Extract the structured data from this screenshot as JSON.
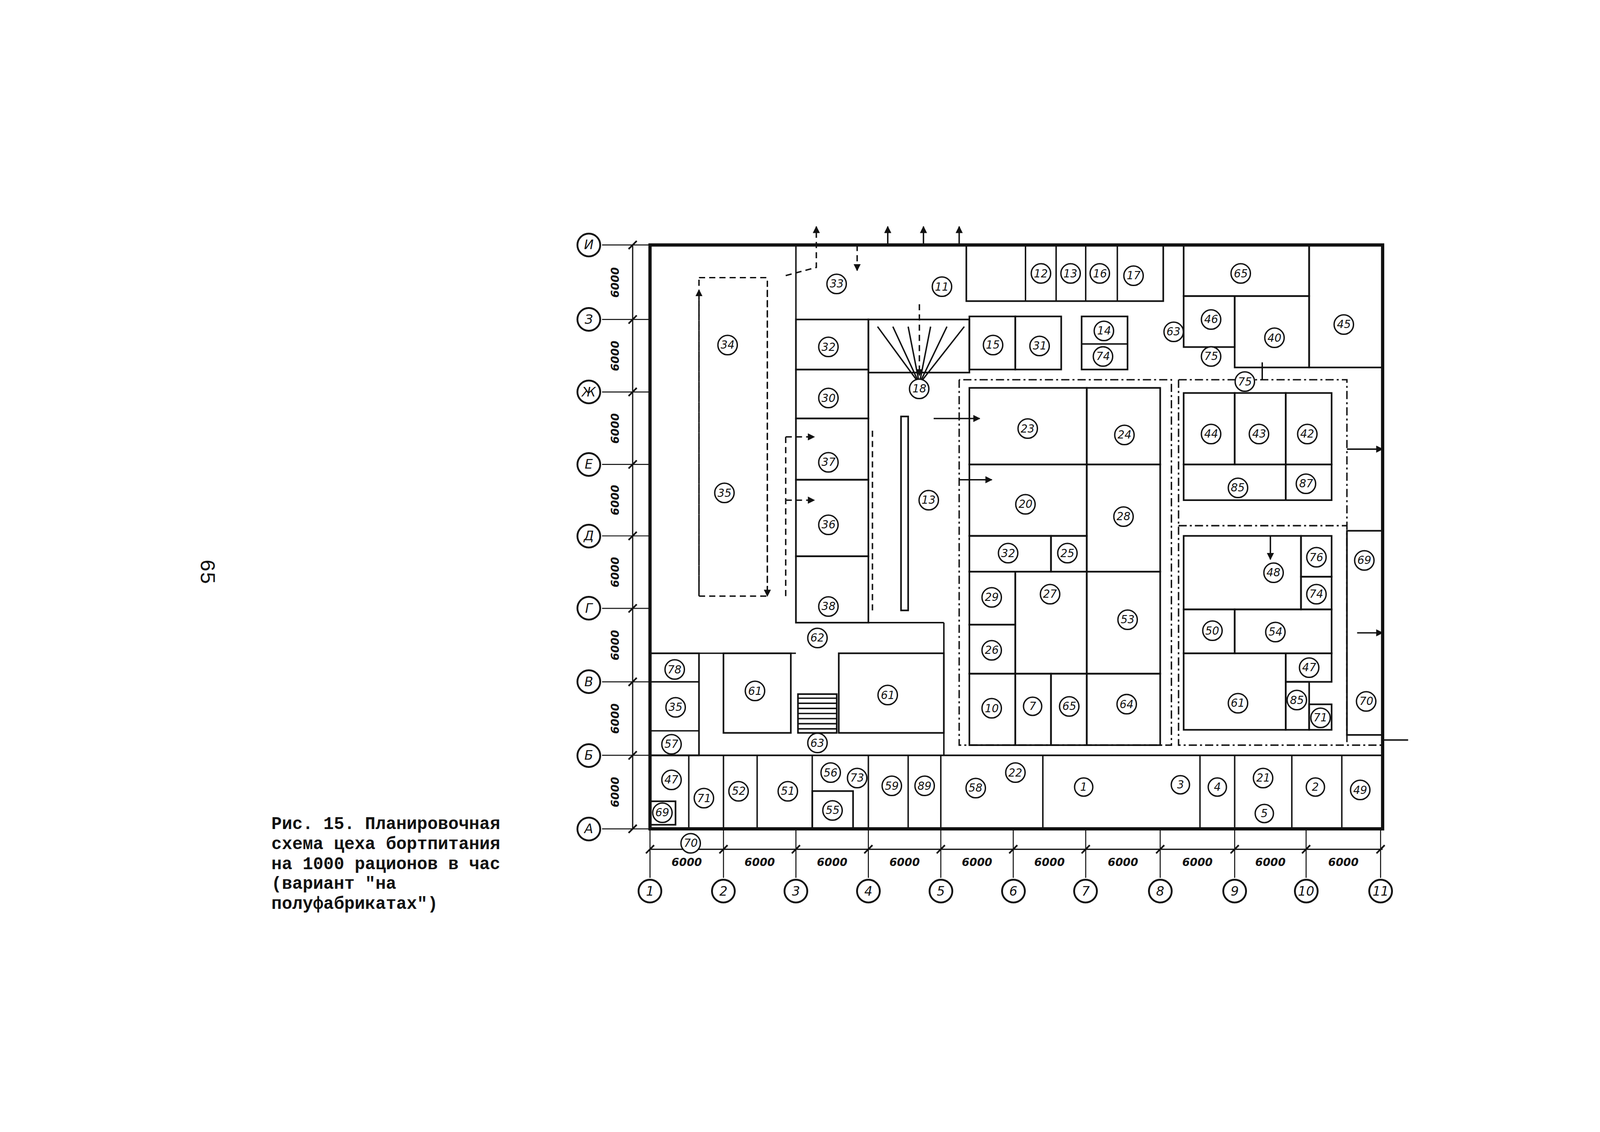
{
  "diagram": {
    "caption": "Рис. 15. Планировочная схема цеха бортпитания на 1000 рационов в час (вариант \"на полуфабрикатах\")",
    "nodes": [
      {
        "text": [
          "33"
        ]
      },
      {
        "text": [
          "11"
        ]
      },
      {
        "text": [
          "12"
        ]
      },
      {
        "text": [
          "13"
        ]
      },
      {
        "text": [
          "16"
        ]
      },
      {
        "text": [
          "17"
        ]
      },
      {
        "text": [
          "65"
        ]
      },
      {
        "text": [
          "46"
        ]
      },
      {
        "text": [
          "45"
        ]
      },
      {
        "text": [
          "14"
        ]
      },
      {
        "text": [
          "63"
        ]
      },
      {
        "text": [
          "40"
        ]
      },
      {
        "text": [
          "34"
        ]
      },
      {
        "text": [
          "32"
        ]
      },
      {
        "text": [
          "15"
        ]
      },
      {
        "text": [
          "31"
        ]
      },
      {
        "text": [
          "74"
        ]
      },
      {
        "text": [
          "75"
        ]
      },
      {
        "text": [
          "75"
        ]
      },
      {
        "text": [
          "18"
        ]
      },
      {
        "text": [
          "30"
        ]
      },
      {
        "text": [
          "23"
        ]
      },
      {
        "text": [
          "24"
        ]
      },
      {
        "text": [
          "44"
        ]
      },
      {
        "text": [
          "43"
        ]
      },
      {
        "text": [
          "42"
        ]
      },
      {
        "text": [
          "37"
        ]
      },
      {
        "text": [
          "87"
        ]
      },
      {
        "text": [
          "85"
        ]
      },
      {
        "text": [
          "35"
        ]
      },
      {
        "text": [
          "13"
        ]
      },
      {
        "text": [
          "20"
        ]
      },
      {
        "text": [
          "28"
        ]
      },
      {
        "text": [
          "36"
        ]
      },
      {
        "text": [
          "32"
        ]
      },
      {
        "text": [
          "25"
        ]
      },
      {
        "text": [
          "76"
        ]
      },
      {
        "text": [
          "69"
        ]
      },
      {
        "text": [
          "48"
        ]
      },
      {
        "text": [
          "74"
        ]
      },
      {
        "text": [
          "27"
        ]
      },
      {
        "text": [
          "29"
        ]
      },
      {
        "text": [
          "38"
        ]
      },
      {
        "text": [
          "53"
        ]
      },
      {
        "text": [
          "50"
        ]
      },
      {
        "text": [
          "54"
        ]
      },
      {
        "text": [
          "62"
        ]
      },
      {
        "text": [
          "26"
        ]
      },
      {
        "text": [
          "47"
        ]
      },
      {
        "text": [
          "78"
        ]
      },
      {
        "text": [
          "61"
        ]
      },
      {
        "text": [
          "61"
        ]
      },
      {
        "text": [
          "70"
        ]
      },
      {
        "text": [
          "85"
        ]
      },
      {
        "text": [
          "7"
        ]
      },
      {
        "text": [
          "65"
        ]
      },
      {
        "text": [
          "61"
        ]
      },
      {
        "text": [
          "64"
        ]
      },
      {
        "text": [
          "35"
        ]
      },
      {
        "text": [
          "10"
        ]
      },
      {
        "text": [
          "71"
        ]
      },
      {
        "text": [
          "57"
        ]
      },
      {
        "text": [
          "63"
        ]
      },
      {
        "text": [
          "56"
        ]
      },
      {
        "text": [
          "22"
        ]
      },
      {
        "text": [
          "73"
        ]
      },
      {
        "text": [
          "21"
        ]
      },
      {
        "text": [
          "47"
        ]
      },
      {
        "text": [
          "3"
        ]
      },
      {
        "text": [
          "59"
        ]
      },
      {
        "text": [
          "89"
        ]
      },
      {
        "text": [
          "1"
        ]
      },
      {
        "text": [
          "2"
        ]
      },
      {
        "text": [
          "4"
        ]
      },
      {
        "text": [
          "58"
        ]
      },
      {
        "text": [
          "49"
        ]
      },
      {
        "text": [
          "52"
        ]
      },
      {
        "text": [
          "51"
        ]
      },
      {
        "text": [
          "71"
        ]
      },
      {
        "text": [
          "55"
        ]
      },
      {
        "text": [
          "5"
        ]
      },
      {
        "text": [
          "69"
        ]
      },
      {
        "text": [
          "70"
        ]
      },
      {
        "text": [
          "И"
        ]
      },
      {
        "text": [
          "З"
        ]
      },
      {
        "text": [
          "Ж"
        ]
      },
      {
        "text": [
          "Е"
        ]
      },
      {
        "text": [
          "Д"
        ]
      },
      {
        "text": [
          "Г"
        ]
      },
      {
        "text": [
          "В"
        ]
      },
      {
        "text": [
          "Б"
        ]
      },
      {
        "text": [
          "А"
        ]
      },
      {
        "text": [
          "1"
        ]
      },
      {
        "text": [
          "2"
        ]
      },
      {
        "text": [
          "3"
        ]
      },
      {
        "text": [
          "4"
        ]
      },
      {
        "text": [
          "5"
        ]
      },
      {
        "text": [
          "6"
        ]
      },
      {
        "text": [
          "7"
        ]
      },
      {
        "text": [
          "8"
        ]
      },
      {
        "text": [
          "9"
        ]
      },
      {
        "text": [
          "10"
        ]
      },
      {
        "text": [
          "11"
        ]
      }
    ],
    "labels": [
      "65",
      "6000",
      "6000",
      "6000",
      "6000",
      "6000",
      "6000",
      "6000",
      "6000",
      "6000",
      "6000",
      "6000",
      "6000",
      "6000",
      "6000",
      "6000",
      "6000",
      "6000",
      "6000"
    ]
  }
}
